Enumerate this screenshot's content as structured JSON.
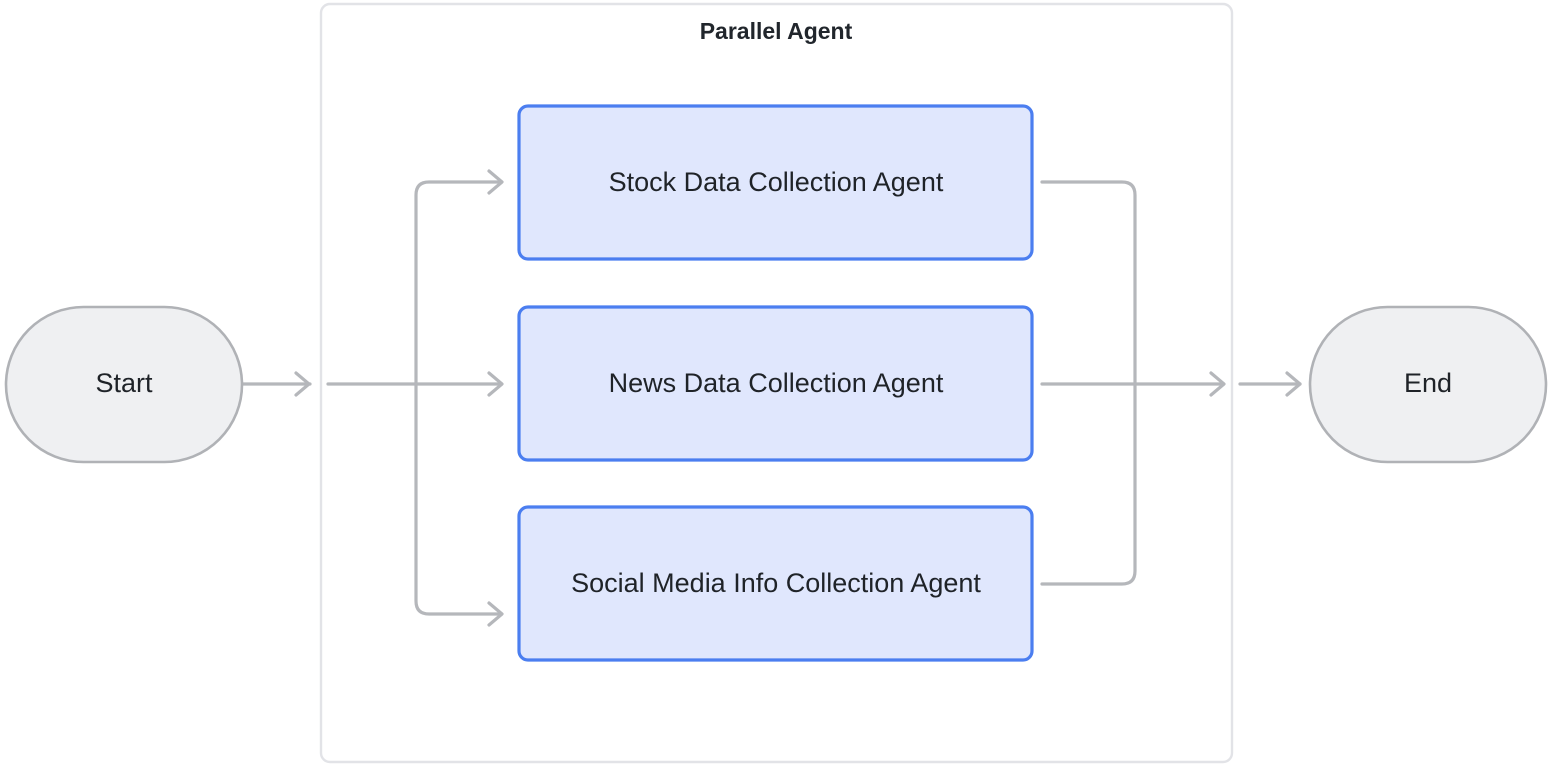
{
  "diagram": {
    "type": "flowchart",
    "orientation": "left-to-right",
    "title": "Parallel Agent",
    "background_color": "#ffffff"
  },
  "colors": {
    "agent_fill": "#e0e7fd",
    "agent_border": "#4b7ef0",
    "terminal_fill": "#eff0f2",
    "terminal_border": "#b0b2b6",
    "edge": "#b5b7bb",
    "cluster_border": "#e2e3e7",
    "text": "#1f2328"
  },
  "nodes": {
    "start": {
      "label": "Start",
      "shape": "stadium"
    },
    "end": {
      "label": "End",
      "shape": "stadium"
    }
  },
  "cluster": {
    "label": "Parallel Agent",
    "shape": "rounded-rect",
    "children": [
      {
        "id": "stock",
        "label": "Stock Data Collection Agent",
        "shape": "rounded-rect"
      },
      {
        "id": "news",
        "label": "News Data Collection Agent",
        "shape": "rounded-rect"
      },
      {
        "id": "social",
        "label": "Social Media Info Collection Agent",
        "shape": "rounded-rect"
      }
    ]
  },
  "edges": [
    {
      "from": "start",
      "to": "cluster",
      "style": "arrow"
    },
    {
      "from": "fanout",
      "to": "stock",
      "style": "arrow"
    },
    {
      "from": "fanout",
      "to": "news",
      "style": "arrow"
    },
    {
      "from": "fanout",
      "to": "social",
      "style": "arrow"
    },
    {
      "from": "stock",
      "to": "fanin",
      "style": "line"
    },
    {
      "from": "news",
      "to": "fanin",
      "style": "arrow"
    },
    {
      "from": "social",
      "to": "fanin",
      "style": "line"
    },
    {
      "from": "cluster",
      "to": "end",
      "style": "arrow"
    }
  ]
}
